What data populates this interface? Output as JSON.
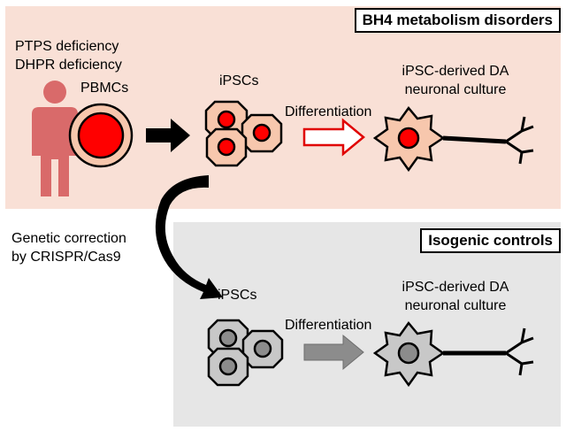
{
  "labels": {
    "disorders_panel_title": "BH4 metabolism disorders",
    "controls_panel_title": "Isogenic controls",
    "patient_line1": "PTPS deficiency",
    "patient_line2": "DHPR deficiency",
    "pbmcs": "PBMCs",
    "ipscs_top": "iPSCs",
    "differentiation_top": "Differentiation",
    "neuron_top_line1": "iPSC-derived DA",
    "neuron_top_line2": "neuronal culture",
    "correction_line1": "Genetic correction",
    "correction_line2": "by CRISPR/Cas9",
    "ipscs_bottom": "iPSCs",
    "differentiation_bottom": "Differentiation",
    "neuron_bottom_line1": "iPSC-derived DA",
    "neuron_bottom_line2": "neuronal culture"
  },
  "colors": {
    "disorders_panel_bg": "#f9e0d6",
    "controls_panel_bg": "#e6e6e6",
    "patient_nucleus": "#ff0000",
    "patient_cell": "#f7c7ad",
    "human_figure": "#d96a6a",
    "control_nucleus": "#8c8c8c",
    "control_cell": "#c8c8c8"
  }
}
